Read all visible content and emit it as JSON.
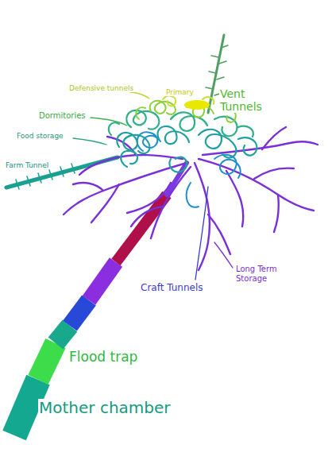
{
  "diagram": {
    "labels": [
      "Defensive tunnels",
      "Primary",
      "Vent Tunnels",
      "Dormitories",
      "Food storage",
      "Farm Tunnel",
      "Long Term Storage",
      "Craft Tunnels",
      "Flood trap",
      "Mother chamber"
    ]
  }
}
